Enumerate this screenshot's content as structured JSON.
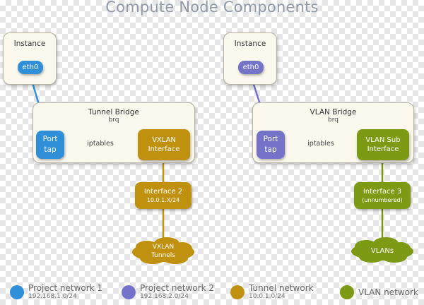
{
  "title": "Compute Node Components",
  "colors": {
    "project1": "#2f8fd8",
    "project2": "#7473c9",
    "tunnel": "#c0900f",
    "vlan": "#7c9a14"
  },
  "left": {
    "instance_label": "Instance",
    "eth0": "eth0",
    "bridge_name": "Tunnel Bridge",
    "bridge_sub": "brq",
    "tap_line1": "Port",
    "tap_line2": "tap",
    "iptables": "iptables",
    "iface_line1": "VXLAN",
    "iface_line2": "Interface",
    "phys_name": "Interface 2",
    "phys_sub": "10.0.1.X/24",
    "cloud_line1": "VXLAN",
    "cloud_line2": "Tunnels"
  },
  "right": {
    "instance_label": "Instance",
    "eth0": "eth0",
    "bridge_name": "VLAN Bridge",
    "bridge_sub": "brq",
    "tap_line1": "Port",
    "tap_line2": "tap",
    "iptables": "iptables",
    "iface_line1": "VLAN Sub",
    "iface_line2": "Interface",
    "phys_name": "Interface 3",
    "phys_sub": "(unnumbered)",
    "cloud_line1": "VLANs"
  },
  "legend": [
    {
      "name": "Project network 1",
      "sub": "192.168.1.0/24"
    },
    {
      "name": "Project network 2",
      "sub": "192.168.2.0/24"
    },
    {
      "name": "Tunnel network",
      "sub": "10.0.1.0/24"
    },
    {
      "name": "VLAN network",
      "sub": ""
    }
  ]
}
